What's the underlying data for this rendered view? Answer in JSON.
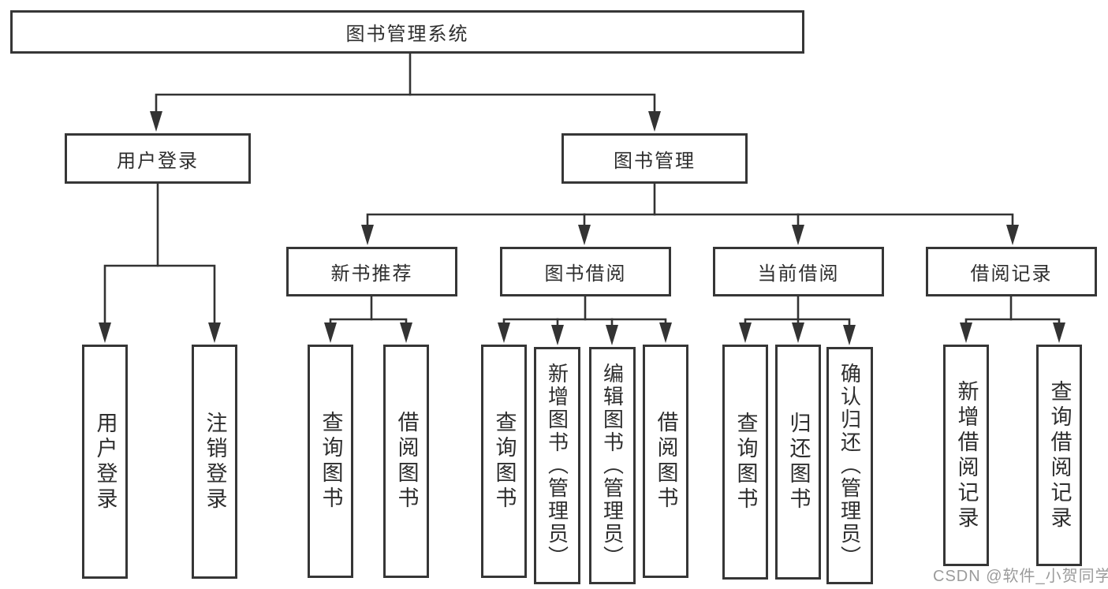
{
  "diagram": {
    "type": "tree",
    "root": {
      "label": "图书管理系统",
      "children": [
        {
          "label": "用户登录",
          "children": [
            {
              "label": "用户登录"
            },
            {
              "label": "注销登录"
            }
          ]
        },
        {
          "label": "图书管理",
          "children": [
            {
              "label": "新书推荐",
              "children": [
                {
                  "label": "查询图书"
                },
                {
                  "label": "借阅图书"
                }
              ]
            },
            {
              "label": "图书借阅",
              "children": [
                {
                  "label": "查询图书"
                },
                {
                  "label": "新增图书（管理员）"
                },
                {
                  "label": "编辑图书（管理员）"
                },
                {
                  "label": "借阅图书"
                }
              ]
            },
            {
              "label": "当前借阅",
              "children": [
                {
                  "label": "查询图书"
                },
                {
                  "label": "归还图书"
                },
                {
                  "label": "确认归还（管理员）"
                }
              ]
            },
            {
              "label": "借阅记录",
              "children": [
                {
                  "label": "新增借阅记录"
                },
                {
                  "label": "查询借阅记录"
                }
              ]
            }
          ]
        }
      ]
    }
  },
  "watermark": {
    "text": "CSDN @软件_小贺同学"
  },
  "colors": {
    "line": "#333333",
    "box_border": "#363636",
    "text": "#2e2e2e",
    "watermark": "#9b9b9b",
    "background": "#ffffff"
  }
}
